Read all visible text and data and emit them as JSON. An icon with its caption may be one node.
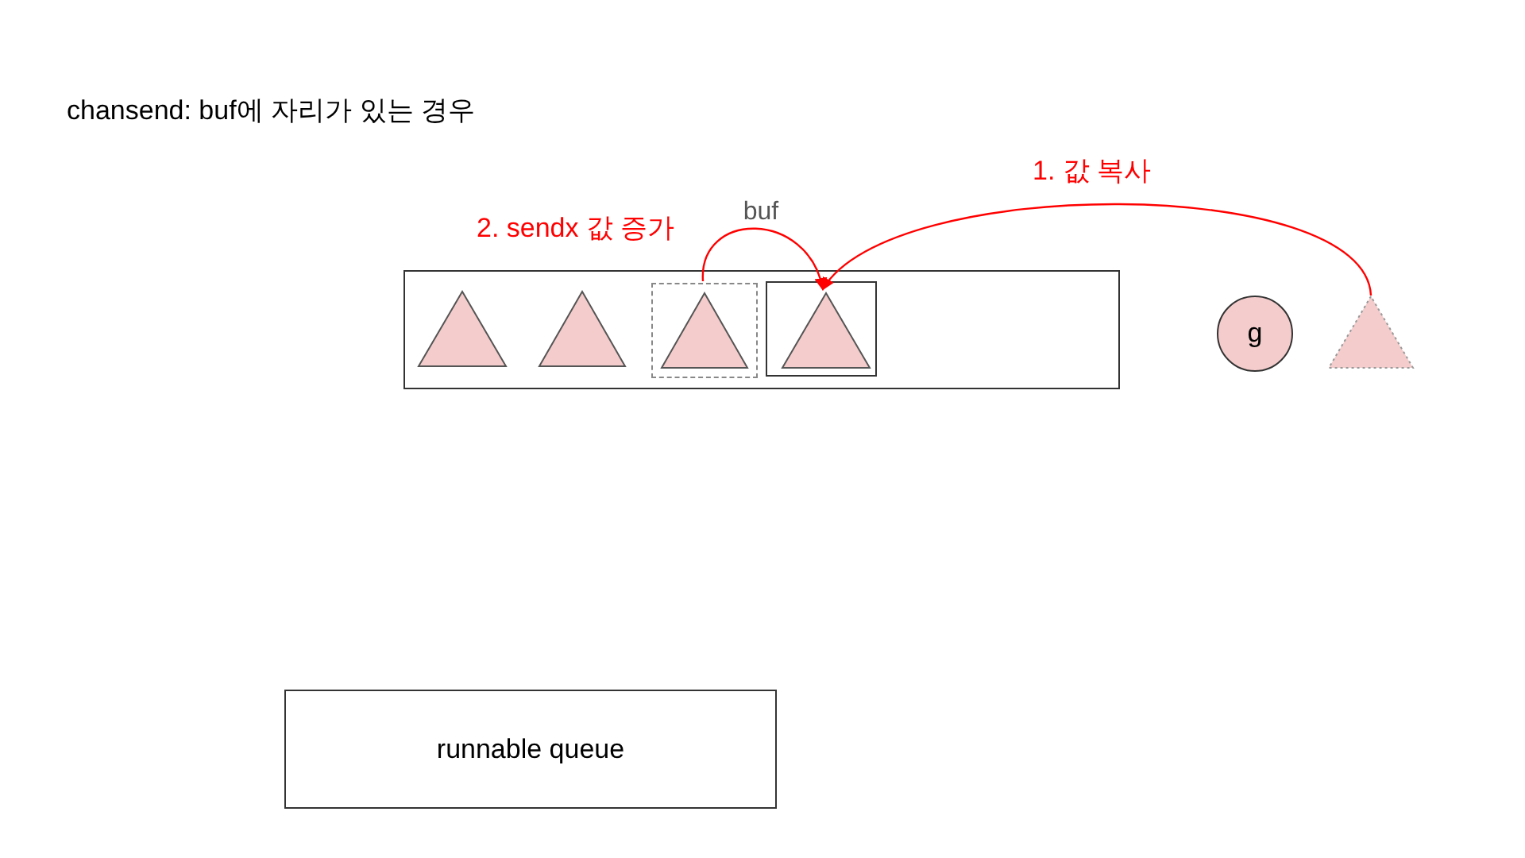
{
  "diagram": {
    "title": "chansend: buf에 자리가 있는 경우",
    "nodes": [
      {
        "text": [
          "buf"
        ]
      },
      {
        "text": [],
        "shape": "triangle",
        "in": 0
      },
      {
        "text": [],
        "shape": "triangle",
        "in": 0
      },
      {
        "text": [],
        "shape": "box",
        "in": 0
      },
      {
        "text": [],
        "shape": "triangle",
        "in": 3
      },
      {
        "text": [],
        "shape": "box",
        "in": 0
      },
      {
        "text": [],
        "shape": "triangle",
        "in": 5
      },
      {
        "text": [
          "g"
        ]
      },
      {
        "text": [],
        "shape": "triangle"
      },
      {
        "text": [
          "runnable queue"
        ]
      }
    ],
    "edges": [
      {
        "from": 8,
        "to": 6,
        "arrow": "to",
        "label": "1. 값 복사",
        "color": "#ff0000"
      },
      {
        "from": 3,
        "to": 6,
        "arrow": "to",
        "label": "2. sendx 값 증가",
        "color": "#ff0000"
      }
    ]
  }
}
